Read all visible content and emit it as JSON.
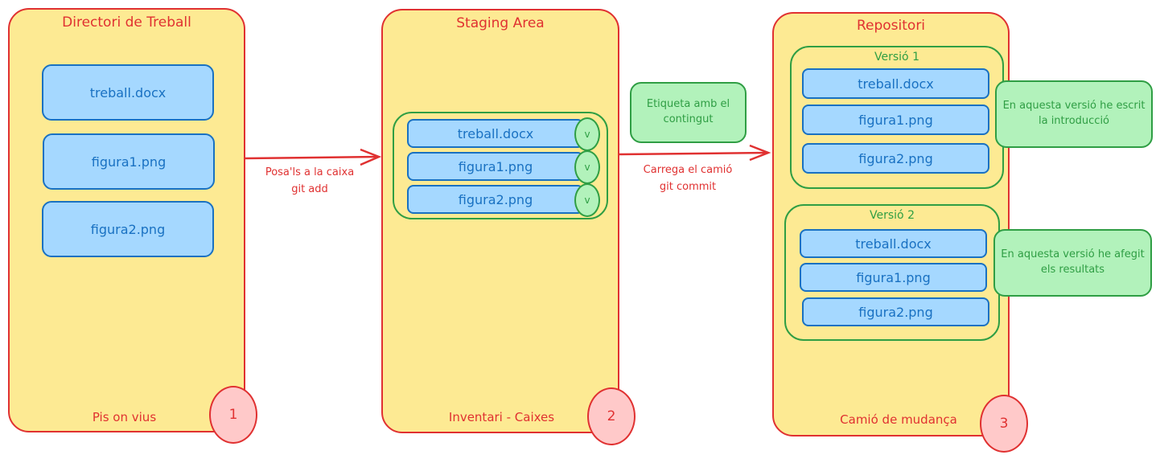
{
  "stages": [
    {
      "title": "Directori de Treball",
      "footer": "Pis on vius",
      "badge": "1",
      "files": [
        "treball.docx",
        "figura1.png",
        "figura2.png"
      ]
    },
    {
      "title": "Staging Area",
      "footer": "Inventari - Caixes",
      "badge": "2",
      "files": [
        "treball.docx",
        "figura1.png",
        "figura2.png"
      ],
      "check_mark": "v"
    },
    {
      "title": "Repositori",
      "footer": "Camió de mudança",
      "badge": "3",
      "versions": [
        {
          "title": "Versió 1",
          "files": [
            "treball.docx",
            "figura1.png",
            "figura2.png"
          ],
          "note": "En aquesta versió he escrit la introducció"
        },
        {
          "title": "Versió 2",
          "files": [
            "treball.docx",
            "figura1.png",
            "figura2.png"
          ],
          "note": "En aquesta versió he afegit els resultats"
        }
      ]
    }
  ],
  "arrows": [
    {
      "label_line1": "Posa'ls a la caixa",
      "label_line2": "git add"
    },
    {
      "label_line1": "Carrega el camió",
      "label_line2": "git commit",
      "note": "Etiqueta amb el contingut"
    }
  ],
  "colors": {
    "stage_fill": "#fdea93",
    "stage_stroke": "#e03131",
    "file_fill": "#a5d8ff",
    "file_stroke": "#1971c2",
    "group_stroke": "#2f9e44",
    "note_fill": "#b2f2bb",
    "badge_fill": "#ffc9c9"
  }
}
